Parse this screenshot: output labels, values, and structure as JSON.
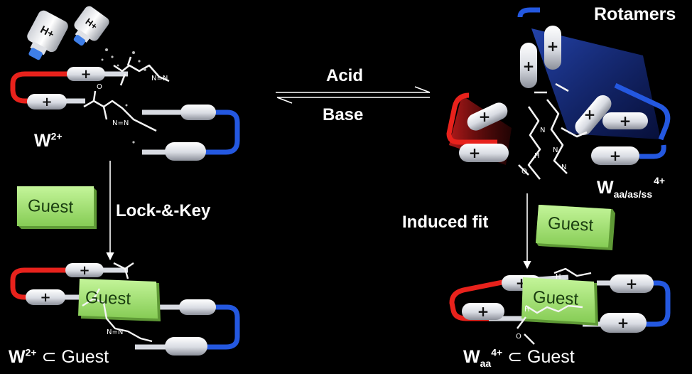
{
  "rotamers_label": "Rotamers",
  "equilibrium": {
    "forward": "Acid",
    "reverse": "Base"
  },
  "bottle_labels": [
    "H+",
    "H+"
  ],
  "guest_label": "Guest",
  "left": {
    "state_label": "W",
    "state_charge": "2+",
    "arrow_label": "Lock-&-Key",
    "complex_prefix": "W",
    "complex_charge": "2+",
    "complex_suffix": "⊂ Guest"
  },
  "right": {
    "state_label": "W",
    "state_sub": "aa/as/ss",
    "state_charge": "4+",
    "arrow_label": "Induced fit",
    "complex_prefix": "W",
    "complex_sub": "aa",
    "complex_charge": "4+",
    "complex_suffix": "⊂ Guest"
  },
  "colors": {
    "background": "#000000",
    "negative_end": "#e8221c",
    "positive_end": "#2458e0",
    "guest_block": "#a8e878",
    "capsule": "#e8eaee"
  },
  "icons": [
    "acid-bottle-icon",
    "plus-sign-icon",
    "equilibrium-arrows-icon",
    "down-arrow-icon"
  ]
}
